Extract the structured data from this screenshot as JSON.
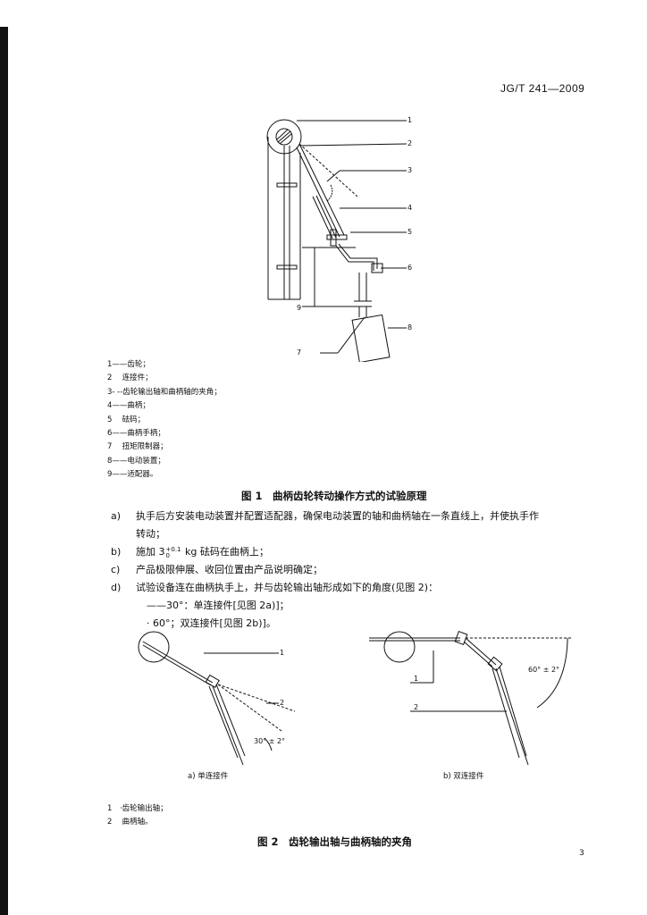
{
  "header": {
    "code": "JG/T 241—2009"
  },
  "figure1": {
    "callouts": [
      "1",
      "2",
      "3",
      "4",
      "5",
      "6",
      "7",
      "8",
      "9"
    ],
    "legend": [
      "1——齿轮；",
      "2　 连接件；",
      "3- --齿轮输出轴和曲柄轴的夹角；",
      "4——曲柄；",
      "5　 砝码；",
      "6——曲柄手柄；",
      "7　 扭矩限制器；",
      "8——电动装置；",
      "9——适配器。"
    ],
    "caption": "图 1　曲柄齿轮转动操作方式的试验原理"
  },
  "steps": {
    "a": {
      "marker": "a)",
      "text": "执手后方安装电动装置并配置适配器，确保电动装置的轴和曲柄轴在一条直线上，并使执手作",
      "cont": "转动；"
    },
    "b": {
      "marker": "b)",
      "pre": "施加 3",
      "sup": "+0.1",
      "sub": "0",
      "post": " kg 砝码在曲柄上；"
    },
    "c": {
      "marker": "c)",
      "text": "产品极限伸展、收回位置由产品说明确定；"
    },
    "d": {
      "marker": "d)",
      "text": "试验设备连在曲柄执手上，并与齿轮输出轴形成如下的角度(见图 2)："
    },
    "d1": "——30°：单连接件[见图 2a)]；",
    "d2": "· 60°；双连接件[见图 2b)]。"
  },
  "figure2": {
    "a": {
      "callouts": [
        "1",
        "2"
      ],
      "angle": "30° ± 2°",
      "caption": "a) 单连接件"
    },
    "b": {
      "callouts": [
        "1",
        "2"
      ],
      "angle": "60° ± 2°",
      "caption": "b) 双连接件"
    },
    "legend": [
      "1　·齿轮输出轴；",
      "2　 曲柄轴。"
    ],
    "caption": "图 2　齿轮输出轴与曲柄轴的夹角"
  },
  "page": {
    "number": "3"
  }
}
